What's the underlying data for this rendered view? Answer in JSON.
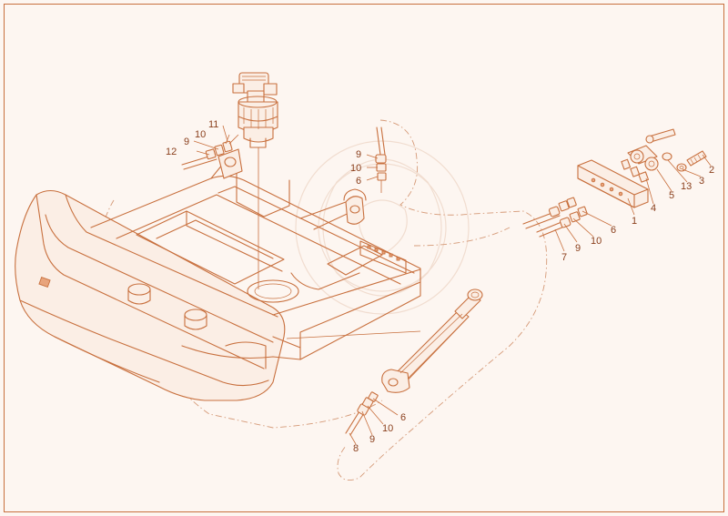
{
  "callouts": {
    "c1": "1",
    "c2": "2",
    "c3": "3",
    "c4": "4",
    "c5": "5",
    "c6a": "6",
    "c6b": "6",
    "c6c": "6",
    "c7": "7",
    "c8": "8",
    "c9a": "9",
    "c9b": "9",
    "c9c": "9",
    "c9d": "9",
    "c10a": "10",
    "c10b": "10",
    "c10c": "10",
    "c10d": "10",
    "c11": "11",
    "c12": "12",
    "c13": "13"
  },
  "colors": {
    "line": "#c8703e",
    "paper": "#fdf6f1",
    "border": "#c8703e"
  }
}
